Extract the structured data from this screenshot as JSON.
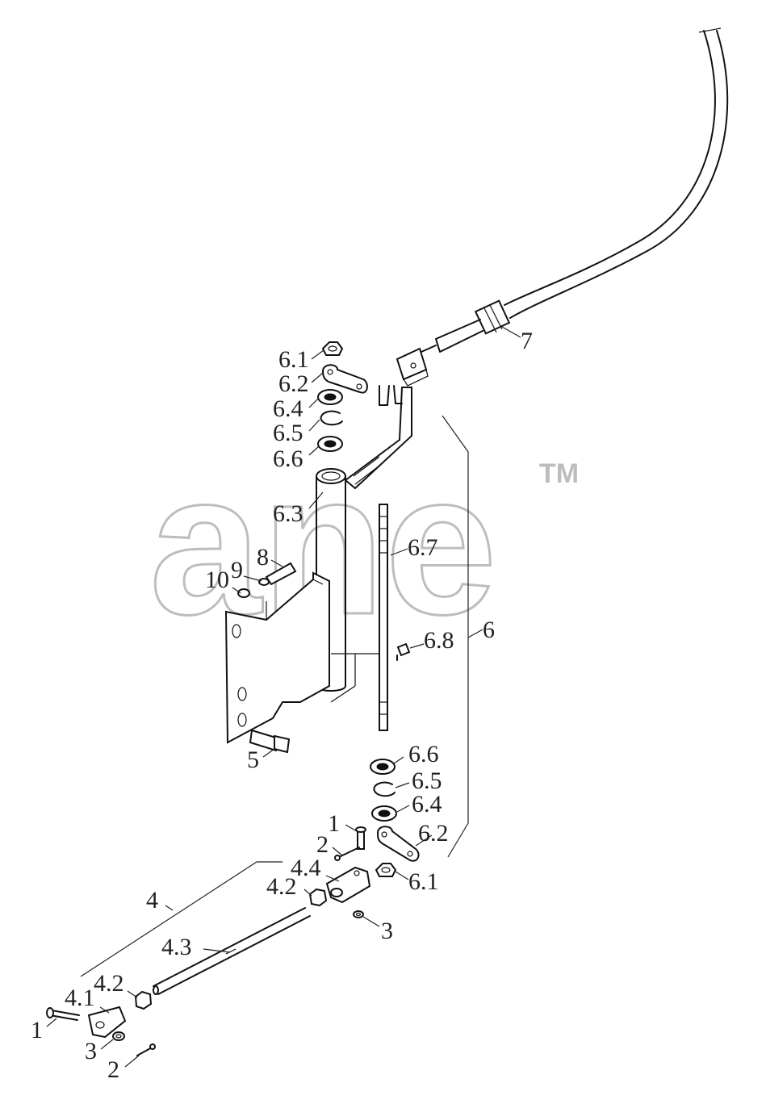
{
  "watermark": {
    "text": "ane",
    "trademark": "TM"
  },
  "labels": [
    {
      "id": "l-7",
      "text": "7"
    },
    {
      "id": "l-6-1-top",
      "text": "6.1"
    },
    {
      "id": "l-6-2-top",
      "text": "6.2"
    },
    {
      "id": "l-6-4-top",
      "text": "6.4"
    },
    {
      "id": "l-6-5-top",
      "text": "6.5"
    },
    {
      "id": "l-6-6-top",
      "text": "6.6"
    },
    {
      "id": "l-6-3",
      "text": "6.3"
    },
    {
      "id": "l-6-7",
      "text": "6.7"
    },
    {
      "id": "l-8",
      "text": "8"
    },
    {
      "id": "l-9",
      "text": "9"
    },
    {
      "id": "l-10",
      "text": "10"
    },
    {
      "id": "l-6-8",
      "text": "6.8"
    },
    {
      "id": "l-6",
      "text": "6"
    },
    {
      "id": "l-5",
      "text": "5"
    },
    {
      "id": "l-6-6-bot",
      "text": "6.6"
    },
    {
      "id": "l-6-5-bot",
      "text": "6.5"
    },
    {
      "id": "l-6-4-bot",
      "text": "6.4"
    },
    {
      "id": "l-6-2-bot",
      "text": "6.2"
    },
    {
      "id": "l-6-1-bot",
      "text": "6.1"
    },
    {
      "id": "l-1-top",
      "text": "1"
    },
    {
      "id": "l-2-top",
      "text": "2"
    },
    {
      "id": "l-4-4",
      "text": "4.4"
    },
    {
      "id": "l-4-2-top",
      "text": "4.2"
    },
    {
      "id": "l-4",
      "text": "4"
    },
    {
      "id": "l-3-top",
      "text": "3"
    },
    {
      "id": "l-4-3",
      "text": "4.3"
    },
    {
      "id": "l-4-2-bot",
      "text": "4.2"
    },
    {
      "id": "l-4-1",
      "text": "4.1"
    },
    {
      "id": "l-1-bot",
      "text": "1"
    },
    {
      "id": "l-3-bot",
      "text": "3"
    },
    {
      "id": "l-2-bot",
      "text": "2"
    }
  ]
}
